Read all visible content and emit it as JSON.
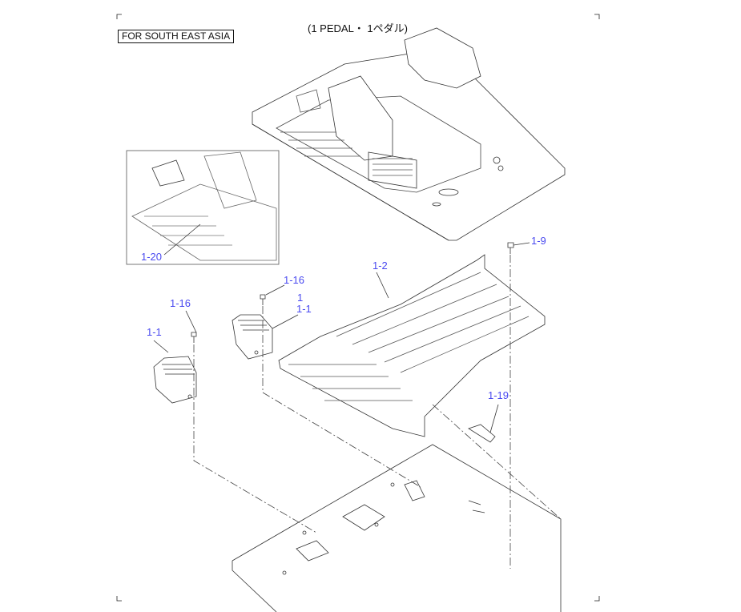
{
  "header": {
    "title": "(1 PEDAL・ 1ペダル)",
    "region_tag": "FOR SOUTH EAST ASIA"
  },
  "callouts": {
    "c1_9": "1-9",
    "c1_2": "1-2",
    "c1_16_a": "1-16",
    "c1": "1",
    "c1_1_a": "1-1",
    "c1_16_b": "1-16",
    "c1_1_b": "1-1",
    "c1_19": "1-19",
    "c1_20": "1-20"
  },
  "colors": {
    "callout": "#4a4af0",
    "line": "#222222"
  }
}
